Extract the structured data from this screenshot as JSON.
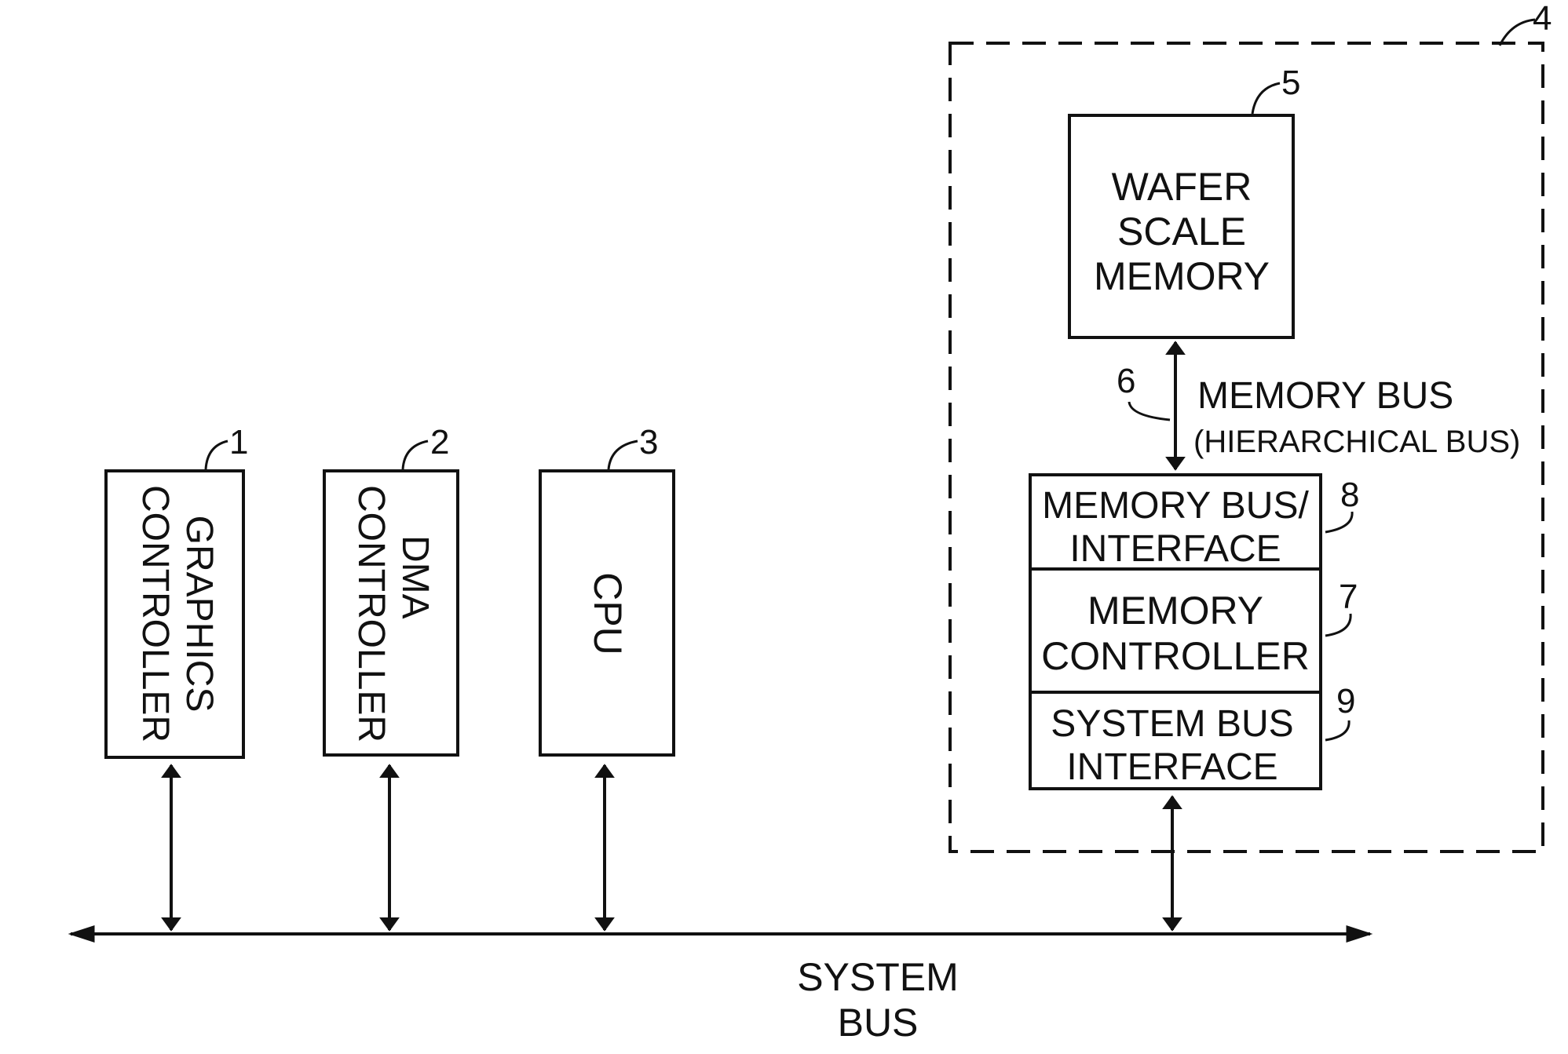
{
  "blocks": {
    "graphics_controller": {
      "line1": "GRAPHICS",
      "line2": "CONTROLLER",
      "ref": "1"
    },
    "dma_controller": {
      "line1": "DMA",
      "line2": "CONTROLLER",
      "ref": "2"
    },
    "cpu": {
      "label": "CPU",
      "ref": "3"
    },
    "memory_module": {
      "ref": "4"
    },
    "wafer_scale_memory": {
      "line1": "WAFER",
      "line2": "SCALE",
      "line3": "MEMORY",
      "ref": "5"
    },
    "memory_bus": {
      "line1": "MEMORY BUS",
      "line2": "(HIERARCHICAL BUS)",
      "ref": "6"
    },
    "memory_bus_interface": {
      "line1": "MEMORY BUS/",
      "line2": "INTERFACE",
      "ref": "8"
    },
    "memory_controller": {
      "line1": "MEMORY",
      "line2": "CONTROLLER",
      "ref": "7"
    },
    "system_bus_interface": {
      "line1": "SYSTEM BUS",
      "line2": "INTERFACE",
      "ref": "9"
    }
  },
  "system_bus": {
    "line1": "SYSTEM",
    "line2": "BUS"
  },
  "colors": {
    "ink": "#111111",
    "background": "#ffffff"
  }
}
